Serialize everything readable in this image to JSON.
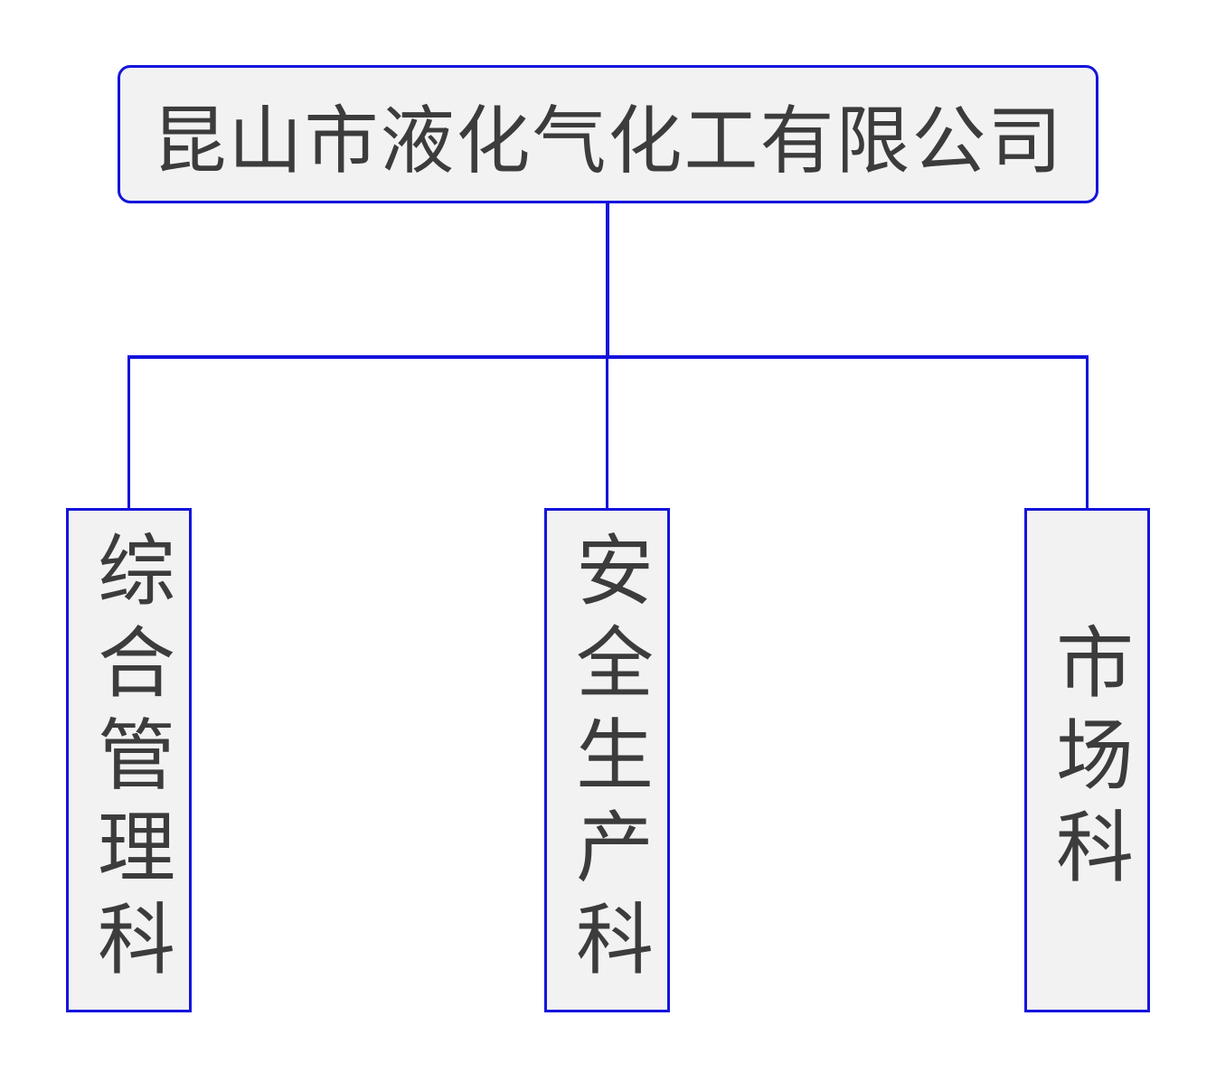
{
  "org_chart": {
    "root": {
      "label": "昆山市液化气化工有限公司"
    },
    "departments": [
      {
        "label": "综合管理科"
      },
      {
        "label": "安全生产科"
      },
      {
        "label": "市场科"
      }
    ]
  },
  "colors": {
    "connector_and_border": "#1414dc",
    "box_fill": "#f2f2f3",
    "text": "#3c3c3c",
    "background": "#ffffff"
  }
}
